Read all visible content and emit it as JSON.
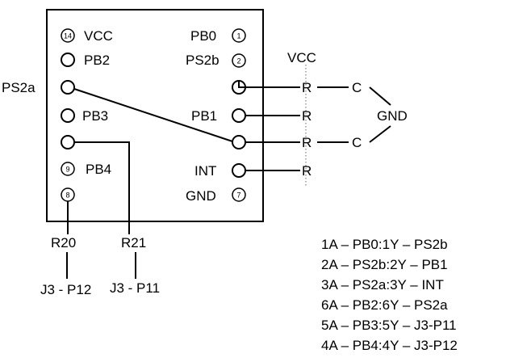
{
  "chip": {
    "left_pins": [
      {
        "num": "14",
        "label": "VCC"
      },
      {
        "num": "",
        "label": "PB2"
      },
      {
        "num": "",
        "label": "PS2a"
      },
      {
        "num": "",
        "label": "PB3"
      },
      {
        "num": "",
        "label": ""
      },
      {
        "num": "9",
        "label": "PB4"
      },
      {
        "num": "8",
        "label": ""
      }
    ],
    "right_pins": [
      {
        "num": "1",
        "label": "PB0"
      },
      {
        "num": "2",
        "label": "PS2b"
      },
      {
        "num": "",
        "label": ""
      },
      {
        "num": "",
        "label": "PB1"
      },
      {
        "num": "",
        "label": ""
      },
      {
        "num": "",
        "label": "INT"
      },
      {
        "num": "7",
        "label": "GND"
      }
    ]
  },
  "circuit": {
    "vcc": "VCC",
    "gnd": "GND",
    "resistor": "R",
    "capacitor": "C"
  },
  "bottom": {
    "r20": "R20",
    "r21": "R21",
    "j3_p12": "J3 - P12",
    "j3_p11": "J3 - P11"
  },
  "mapping": [
    "1A – PB0:1Y – PS2b",
    "2A – PS2b:2Y – PB1",
    "3A – PS2a:3Y – INT",
    "6A – PB2:6Y – PS2a",
    "5A – PB3:5Y – J3-P11",
    "4A – PB4:4Y – J3-P12"
  ]
}
